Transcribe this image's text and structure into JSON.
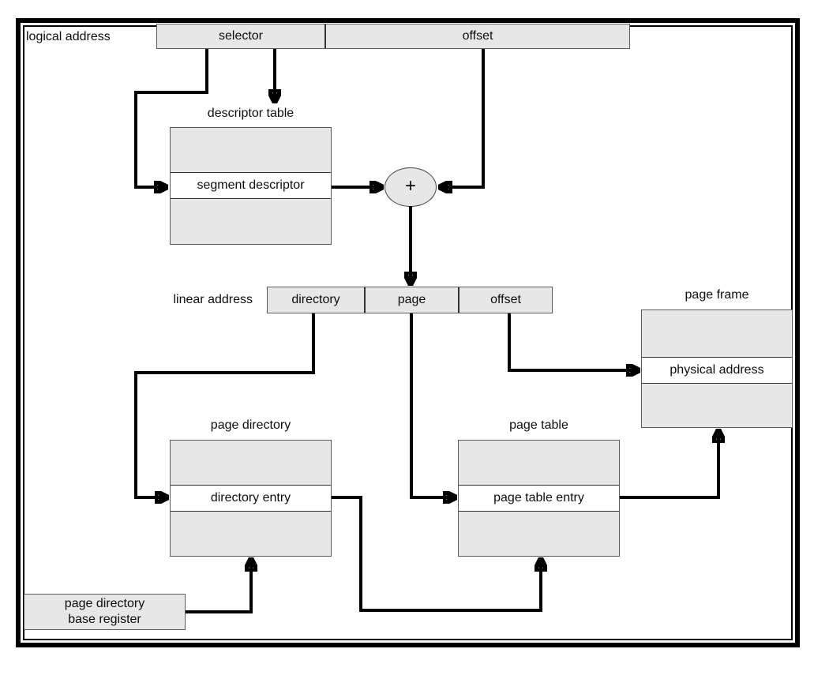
{
  "diagram": {
    "labels": {
      "logical_address": "logical address",
      "linear_address": "linear address"
    },
    "logical": {
      "selector": "selector",
      "offset": "offset"
    },
    "descriptor_table": {
      "title": "descriptor table",
      "entry": "segment descriptor"
    },
    "adder": "+",
    "linear": {
      "directory": "directory",
      "page": "page",
      "offset": "offset"
    },
    "page_directory": {
      "title": "page directory",
      "entry": "directory entry"
    },
    "page_table": {
      "title": "page table",
      "entry": "page table entry"
    },
    "page_frame": {
      "title": "page frame",
      "entry": "physical address"
    },
    "pdbr": {
      "line1": "page directory",
      "line2": "base register"
    },
    "colors": {
      "box_fill": "#e7e7e7",
      "box_border": "#5a5a5a",
      "line": "#000000",
      "ink": "#0d0d0d"
    }
  }
}
